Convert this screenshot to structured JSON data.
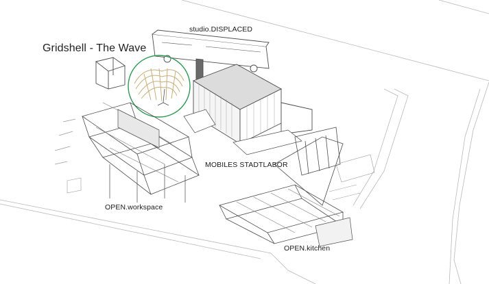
{
  "labels": {
    "studio": "studio.DISPLACED",
    "gridshell": "Gridshell - The Wave",
    "mobiles": "MOBILES STADTLABOR",
    "workspace": "OPEN.workspace",
    "kitchen": "OPEN.kitchen"
  },
  "colors": {
    "line": "#4a4a4a",
    "light_line": "#b8b8b8",
    "highlight_circle": "#2e9a55",
    "timber": "#d9c49a",
    "roof": "#dcdcdc"
  },
  "icons": [
    "bus-icon",
    "gridshell-icon"
  ]
}
